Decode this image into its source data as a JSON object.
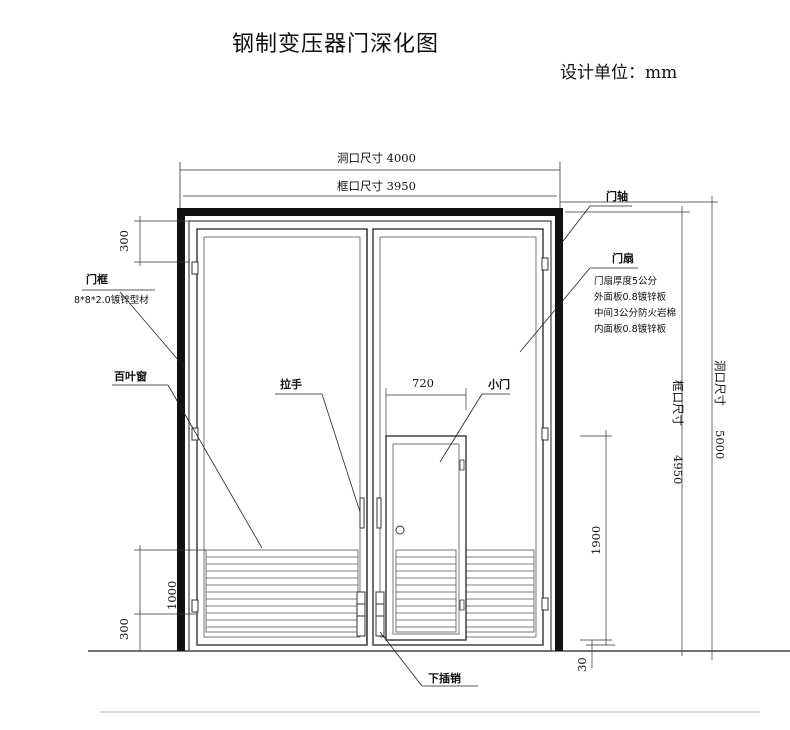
{
  "title": "钢制变压器门深化图",
  "unit": "设计单位：mm",
  "dims": {
    "opening_width": "洞口尺寸  4000",
    "frame_width": "框口尺寸  3950",
    "top_gap": "300",
    "small_door_width": "720",
    "small_door_height": "1900",
    "louver_height": "1000",
    "bottom_gap": "300",
    "floor_offset": "30",
    "opening_height_label": "洞口尺寸",
    "opening_height_value": "5000",
    "frame_height_label": "框口尺寸",
    "frame_height_value": "4950"
  },
  "labels": {
    "door_frame": "门框",
    "door_frame_spec": "8*8*2.0镀锌型材",
    "louver": "百叶窗",
    "handle": "拉手",
    "small_door": "小门",
    "door_axis": "门轴",
    "door_leaf": "门扇",
    "leaf_specs": [
      "门扇厚度5公分",
      "外面板0.8镀锌板",
      "中间3公分防火岩棉",
      "内面板0.8镀锌板"
    ],
    "bottom_bolt": "下插销"
  }
}
